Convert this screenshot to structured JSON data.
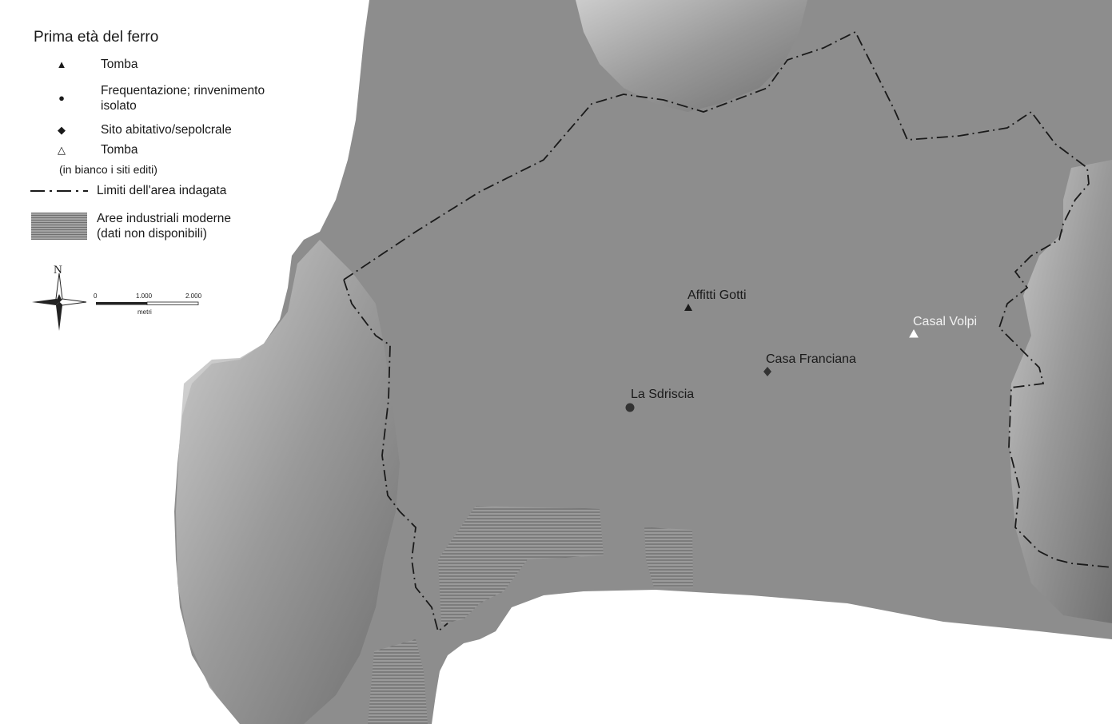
{
  "legend": {
    "title": "Prima età del ferro",
    "items": [
      {
        "symbol": "▲",
        "label": "Tomba"
      },
      {
        "symbol": "●",
        "label_line1": "Frequentazione; rinvenimento",
        "label_line2": "isolato"
      },
      {
        "symbol": "◆",
        "label": "Sito abitativo/sepolcrale"
      },
      {
        "symbol": "△",
        "label": "Tomba"
      }
    ],
    "note": "(in bianco i siti editi)",
    "boundary_label": "Limiti dell'area indagata",
    "industrial_line1": "Aree industriali moderne",
    "industrial_line2": "(dati non disponibili)"
  },
  "compass": {
    "letter": "N"
  },
  "scale": {
    "ticks": [
      "0",
      "1.000",
      "2.000"
    ],
    "unit": "metri"
  },
  "sites": [
    {
      "name": "Affitti Gotti",
      "symbol": "triangle-filled"
    },
    {
      "name": "Casal Volpi",
      "symbol": "triangle-white"
    },
    {
      "name": "Casa Franciana",
      "symbol": "diamond"
    },
    {
      "name": "La Sdriscia",
      "symbol": "circle"
    }
  ],
  "colors": {
    "land": "#8e8e8e",
    "sea": "#ffffff",
    "relief": "#c9c9c9",
    "ink": "#1a1a1a"
  }
}
